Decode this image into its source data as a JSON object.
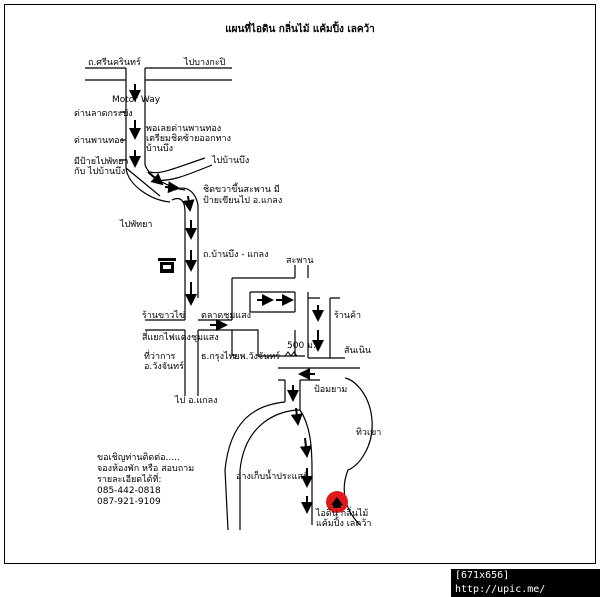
{
  "title": "แผนที่ไอดิน กลิ่นไม้ แค้มปิ้ง เลคว้า",
  "labels": {
    "sri_nakarin": "ถ.ศรีนครินทร์",
    "to_bangkapi": "ไปบางกะปิ",
    "motorway": "Motor Way",
    "toll_latkrabang": "ด่านลาดกระบัง",
    "toll_phanthong": "ด่านพานทอง",
    "reach_phanthong_1": "พอเลยด่านพานทอง",
    "reach_phanthong_2": "เตรียมชิดซ้ายออกทาง",
    "reach_phanthong_3": "บ้านบึง",
    "sign_pattaya_1": "มีป้ายไปพัทยา",
    "sign_pattaya_2": "กับ ไปบ้านบึง",
    "to_banbueng": "ไปบ้านบึง",
    "bridge_1": "ชิดขวาขึ้นสะพาน มี",
    "bridge_2": "ป้ายเขียนไป อ.แกลง",
    "to_pattaya": "ไปพัทยา",
    "road_banbueng_klaeng": "ถ.บ้านบึง - แกลง",
    "sapan": "สะพาน",
    "shop_left": "ร้านขาวไข่",
    "market": "ตลาดชุมแสง",
    "shop_right": "ร้านค้า",
    "light_chumsaeng": "สี่แยกไฟแดงชุมแสง",
    "distance": "500 ม.",
    "office": "ที่ว่าการ",
    "district": "อ.วังจันทร์",
    "krung_thai": "ธ.กรุงไทย",
    "hospital": "ร.พ.วังจันทร์",
    "sanneun": "สันเนิน",
    "guard": "ป้อมยาม",
    "to_klaeng": "ไป อ.แกลง",
    "hill": "ทิวเขา",
    "reservoir": "อ่างเก็บน้ำประแสร์",
    "dest_1": "ไอดิน กลิ่นไม้",
    "dest_2": "แค้มปิ้ง เลคว้า",
    "footer": "[671x656] http://upic.me/"
  },
  "contact": {
    "line1": "ขอเชิญท่านติดต่อ.....",
    "line2": "จองห้องพัก หรือ สอบถาม",
    "line3": "รายละเอียดได้ที่:",
    "phone1": "085-442-0818",
    "phone2": "087-921-9109"
  },
  "icons": {
    "toll": "toll-booth-icon",
    "destination": "destination-pin-icon",
    "route_arrow": "route-arrow-icon"
  },
  "colors": {
    "destination": "#e01818",
    "ink": "#000000"
  }
}
